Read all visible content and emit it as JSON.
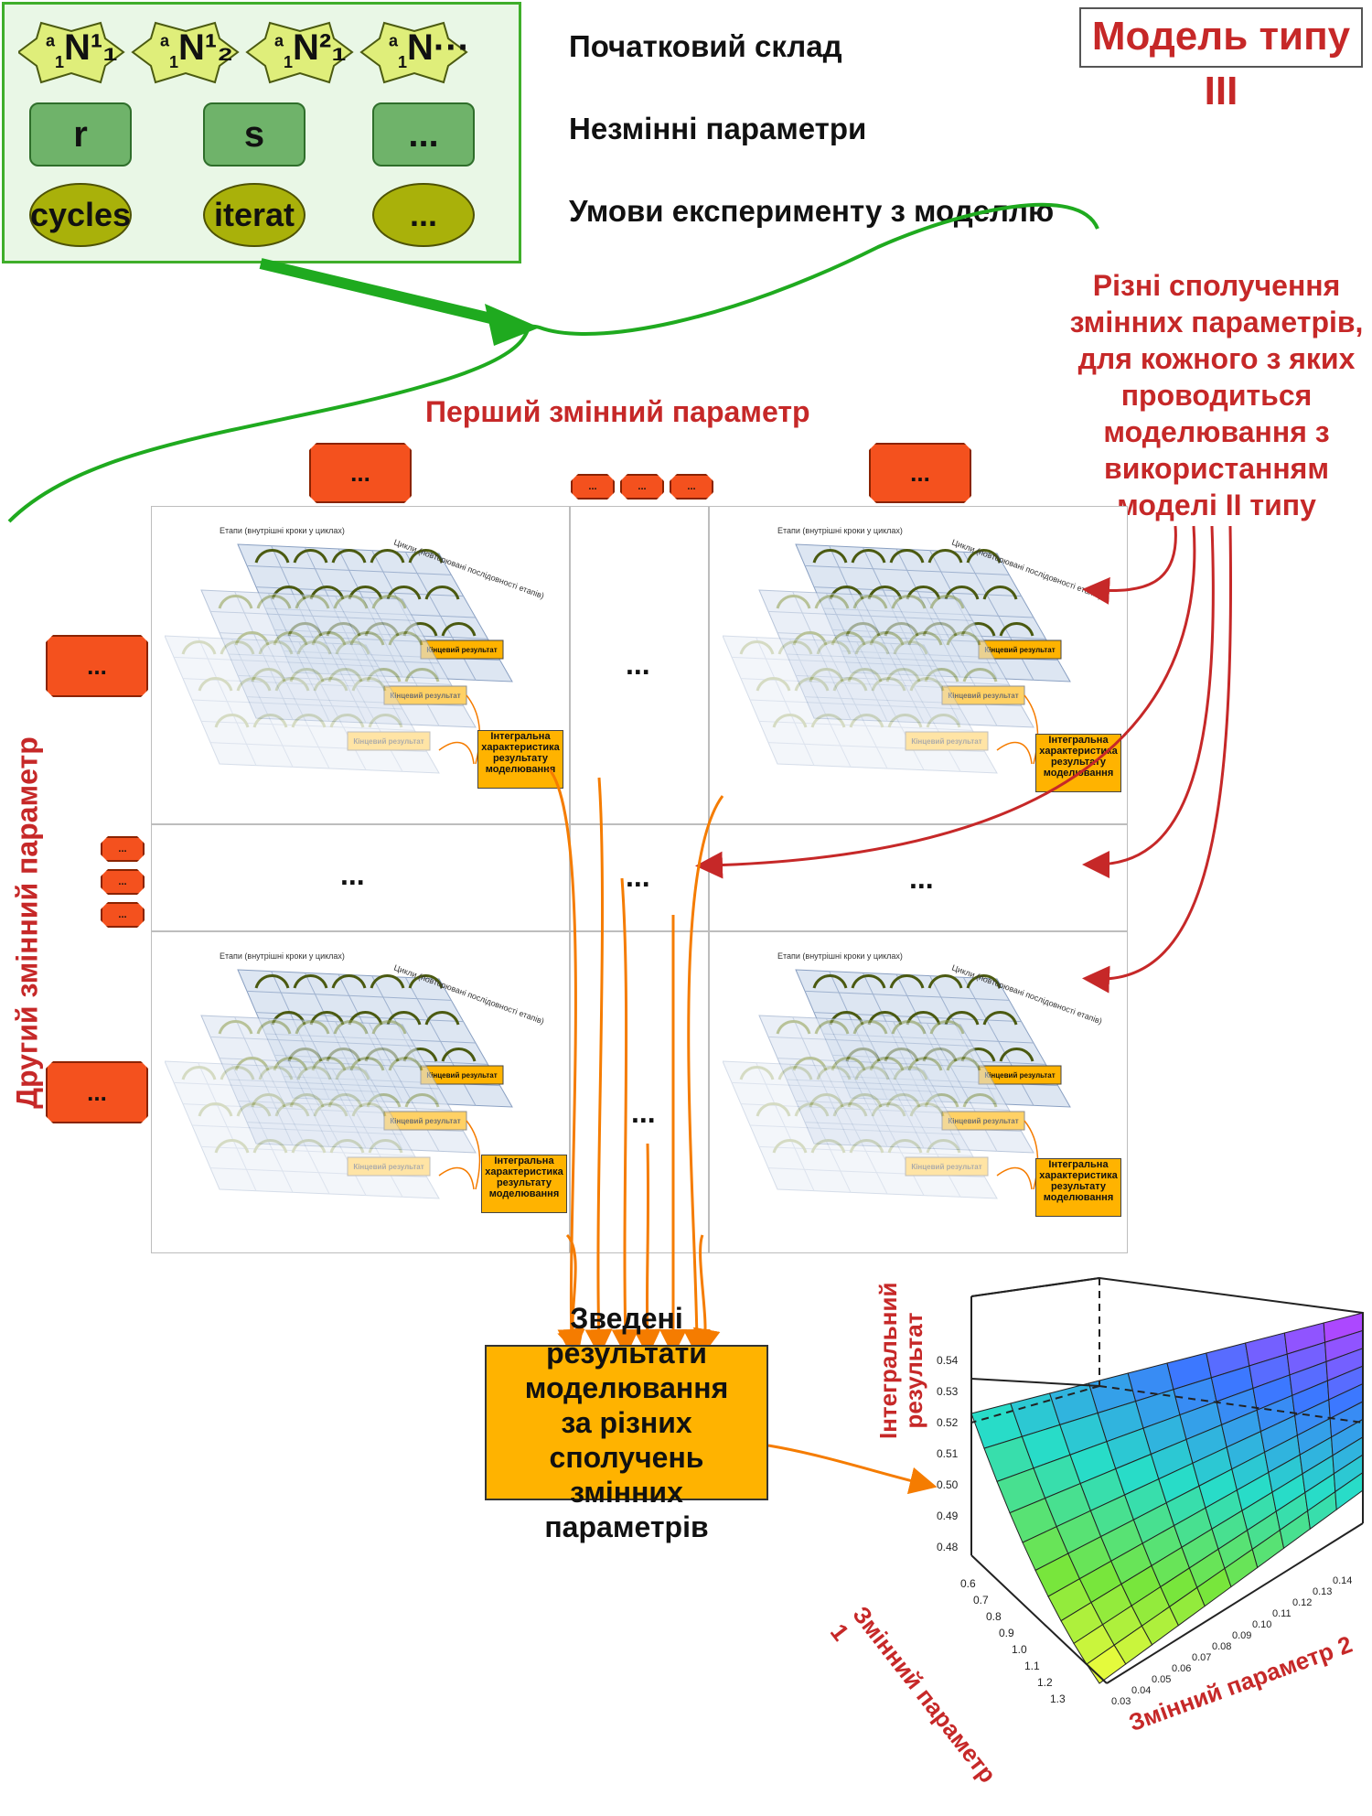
{
  "title": "Модель типу III",
  "legend": {
    "initial_species": [
      "N¹₁",
      "N¹₂",
      "N²₁",
      "N···"
    ],
    "species_prefix": "a",
    "species_sub": "1",
    "fixed_params": [
      "r",
      "s",
      "..."
    ],
    "conditions": [
      "cycles",
      "iterat",
      "..."
    ],
    "label_initial": "Початковий склад",
    "label_fixed": "Незмінні параметри",
    "label_conditions": "Умови експерименту з моделлю"
  },
  "combinations_note": [
    "Різні сполучення",
    "змінних параметрів,",
    "для кожного з яких",
    "проводиться",
    "моделювання з",
    "використанням",
    "моделі II типу"
  ],
  "first_param_label": "Перший змінний параметр",
  "second_param_label": "Другий змінний параметр",
  "tag_dots": "...",
  "small_tag_dots": "...",
  "cell_dots": "...",
  "mini_model": {
    "stages_label": "Етапи (внутрішні кроки у циклах)",
    "cycles_label": "Цикли (повторювані послідовності етапів)",
    "final_result": "Кінцевий результат",
    "integral": [
      "Інтегральна",
      "характеристика",
      "результату",
      "моделювання"
    ]
  },
  "summary": [
    "Зведені результати",
    "моделювання",
    "за різних сполучень",
    "змінних параметрів"
  ],
  "plot": {
    "zlabel": [
      "Інтегральний",
      "результат"
    ],
    "xlabel": "Змінний параметр 1",
    "ylabel": "Змінний параметр 2",
    "z_ticks": [
      "0.54",
      "0.53",
      "0.52",
      "0.51",
      "0.50",
      "0.49",
      "0.48"
    ],
    "x_ticks": [
      "0.6",
      "0.7",
      "0.8",
      "0.9",
      "1.0",
      "1.1",
      "1.2",
      "1.3"
    ],
    "y_ticks": [
      "0.03",
      "0.04",
      "0.05",
      "0.06",
      "0.07",
      "0.08",
      "0.09",
      "0.10",
      "0.11",
      "0.12",
      "0.13",
      "0.14"
    ]
  },
  "colors": {
    "red": "#c62828",
    "orange_arrow": "#f57c00",
    "green_arrow": "#1faa1f",
    "tag": "#f4511e",
    "summary": "#ffb300"
  }
}
